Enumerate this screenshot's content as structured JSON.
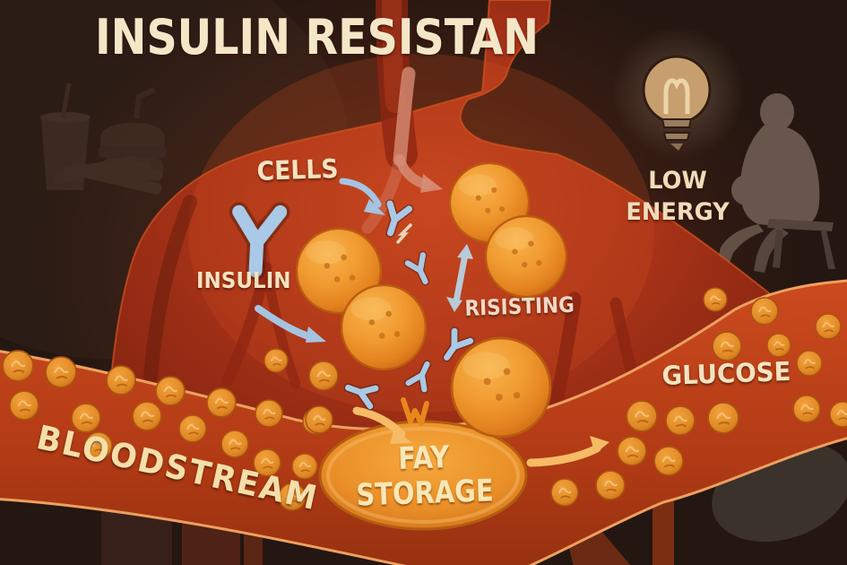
{
  "title": "INSULIN RESISTAN",
  "labels": {
    "cells": "CELLS",
    "insulin": "INSULIN",
    "resisting": "RISISTING",
    "low_energy_line1": "LOW",
    "low_energy_line2": "ENERGY",
    "glucose": "GLUCOSE",
    "bloodstream": "BLOODSTREAM",
    "fat_storage_line1": "FAY",
    "fat_storage_line2": "STORAGE"
  },
  "colors": {
    "background": "#1c110d",
    "body_silhouette": "#a83318",
    "body_outline": "#dd5722",
    "bloodstream_vessel": "#c04a1c",
    "vessel_rim": "#eda060",
    "cell_orange": "#f09a30",
    "glucose_orange": "#e08a26",
    "insulin_receptor_blue": "#a9c9e6",
    "arrow_blue": "#a5c4e2",
    "arrow_pink": "#d68d74",
    "arrow_orange": "#f6bb66",
    "text_cream": "#f3e3c0",
    "bulb_glass": "#c79e6e",
    "silhouette_gray": "#6e5b52"
  },
  "icons": {
    "lightbulb": "dim-lightbulb-icon",
    "sitting_person": "tired-sitting-person-icon",
    "fast_food": "burger-fries-soda-icon",
    "insulin_receptor": "blue-Y-receptor-icon",
    "glucose_molecule": "orange-circle-molecule-icon"
  },
  "illustration": {
    "cells": [
      [
        378,
        302,
        47
      ],
      [
        428,
        365,
        47
      ],
      [
        546,
        226,
        44
      ],
      [
        587,
        286,
        45
      ],
      [
        559,
        432,
        55
      ]
    ],
    "insulin_receptors": [
      [
        287,
        265,
        1.15,
        3
      ],
      [
        441,
        243,
        0.55,
        18
      ],
      [
        468,
        300,
        0.48,
        -25
      ],
      [
        508,
        385,
        0.52,
        35
      ],
      [
        470,
        420,
        0.48,
        205
      ],
      [
        404,
        438,
        0.52,
        110
      ]
    ],
    "glucose_left": [
      [
        20,
        408,
        17
      ],
      [
        68,
        415,
        17
      ],
      [
        135,
        424,
        16
      ],
      [
        190,
        436,
        16
      ],
      [
        247,
        449,
        16
      ],
      [
        300,
        461,
        15
      ],
      [
        27,
        452,
        16
      ],
      [
        96,
        466,
        16
      ],
      [
        164,
        464,
        16
      ],
      [
        215,
        478,
        15
      ],
      [
        262,
        495,
        15
      ],
      [
        110,
        497,
        15
      ],
      [
        298,
        516,
        15
      ],
      [
        326,
        554,
        15
      ],
      [
        352,
        470,
        14
      ],
      [
        340,
        520,
        14
      ]
    ],
    "glucose_right": [
      [
        798,
        334,
        13
      ],
      [
        853,
        347,
        15
      ],
      [
        924,
        364,
        14
      ],
      [
        869,
        385,
        13
      ],
      [
        811,
        386,
        16
      ],
      [
        903,
        405,
        14
      ],
      [
        716,
        464,
        17
      ],
      [
        759,
        469,
        16
      ],
      [
        807,
        466,
        17
      ],
      [
        705,
        503,
        16
      ],
      [
        746,
        514,
        16
      ],
      [
        681,
        541,
        16
      ],
      [
        630,
        549,
        15
      ],
      [
        900,
        456,
        15
      ],
      [
        940,
        462,
        14
      ]
    ],
    "glucose_body": [
      [
        308,
        402,
        13
      ],
      [
        361,
        419,
        16
      ],
      [
        356,
        468,
        15
      ]
    ]
  }
}
